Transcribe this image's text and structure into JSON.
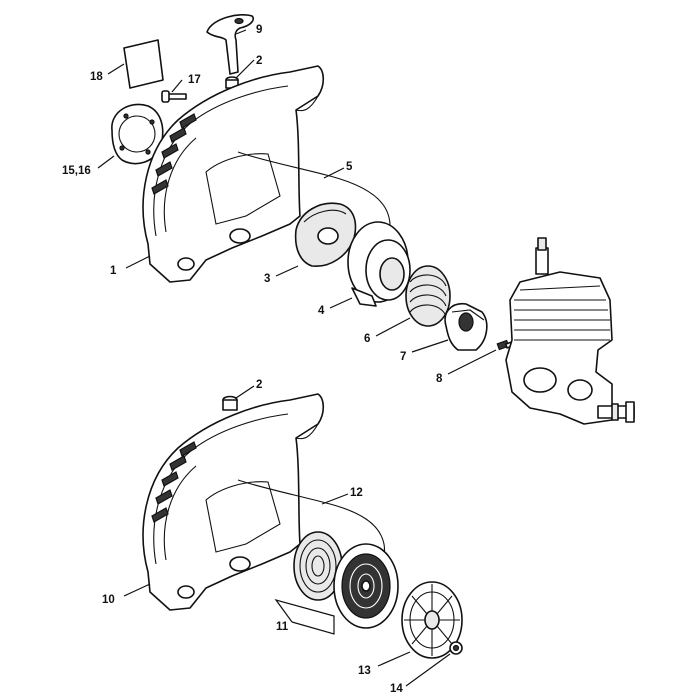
{
  "callouts": {
    "c1": "1",
    "c2_top": "2",
    "c3": "3",
    "c4": "4",
    "c5": "5",
    "c6": "6",
    "c7": "7",
    "c8": "8",
    "c9": "9",
    "c10": "10",
    "c11": "11",
    "c12": "12",
    "c13": "13",
    "c14": "14",
    "c15_16": "15,16",
    "c17": "17",
    "c18": "18",
    "c2_bottom": "2"
  }
}
